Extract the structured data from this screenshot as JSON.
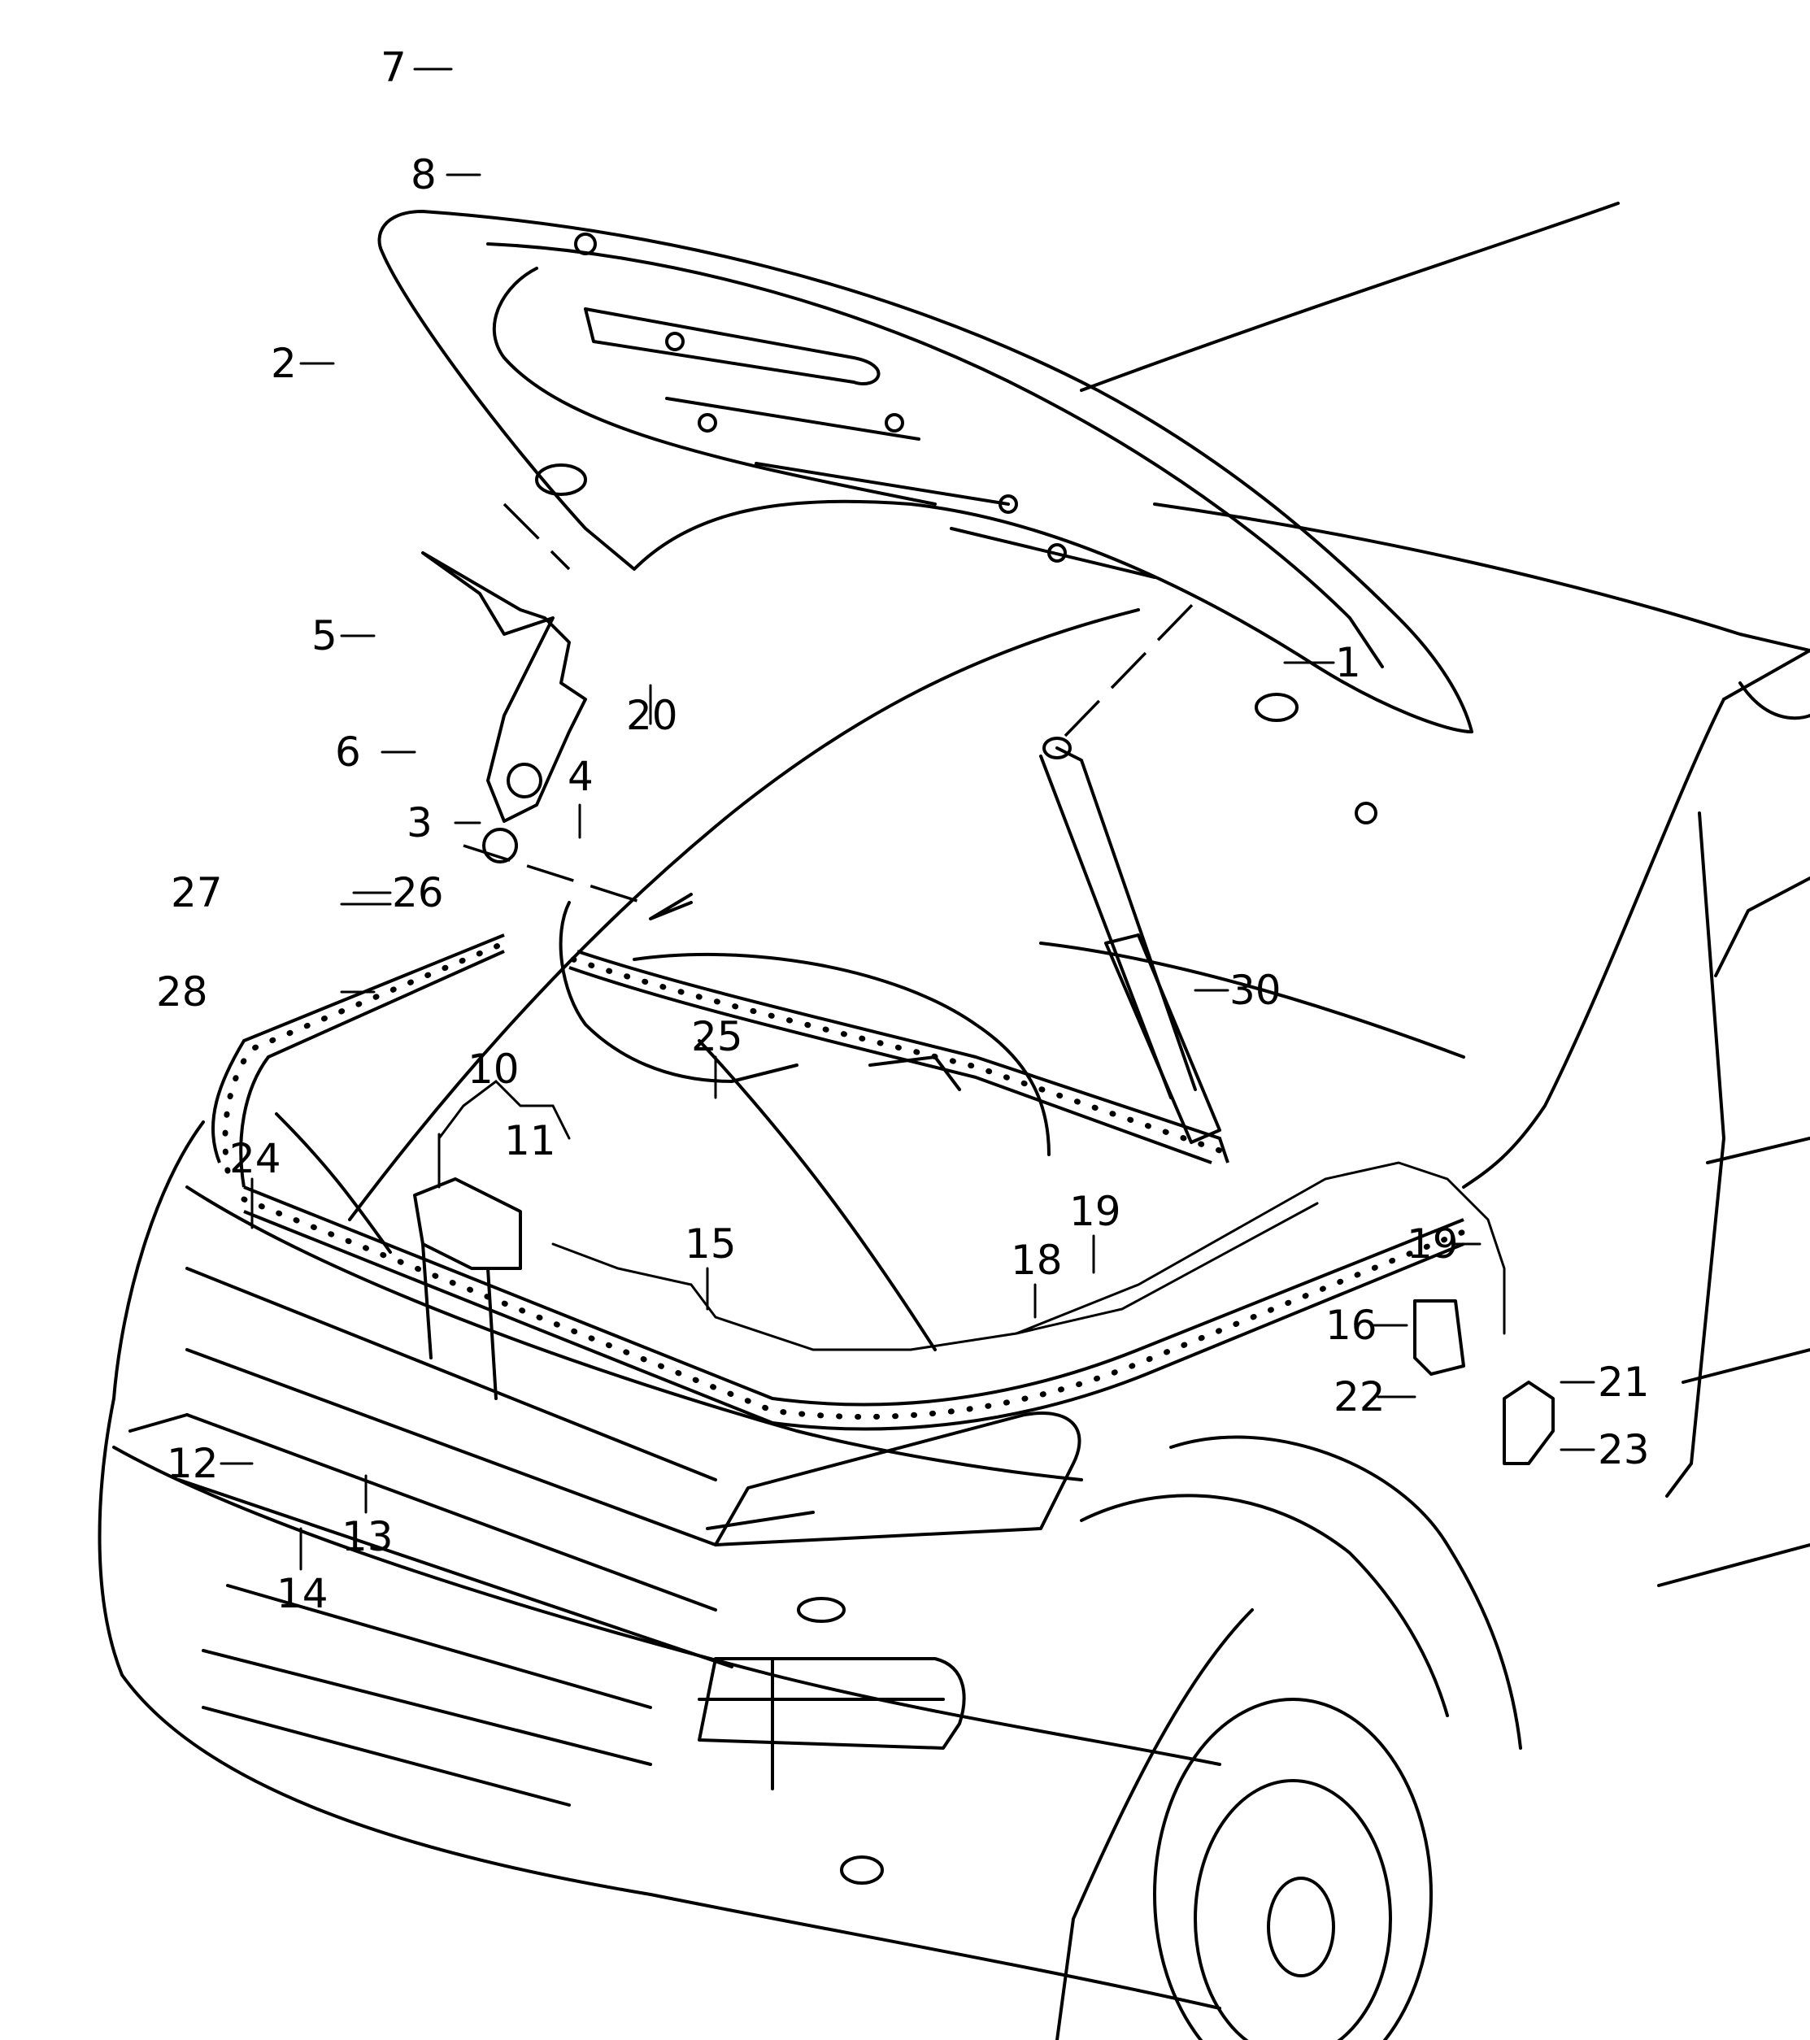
{
  "title": "Hood / bonnet assembly exploded parts diagram",
  "labels": [
    {
      "id": "1",
      "text": "1"
    },
    {
      "id": "2",
      "text": "2"
    },
    {
      "id": "3",
      "text": "3"
    },
    {
      "id": "4",
      "text": "4"
    },
    {
      "id": "5",
      "text": "5"
    },
    {
      "id": "6",
      "text": "6"
    },
    {
      "id": "7",
      "text": "7"
    },
    {
      "id": "8",
      "text": "8"
    },
    {
      "id": "10",
      "text": "10"
    },
    {
      "id": "11",
      "text": "11"
    },
    {
      "id": "12",
      "text": "12"
    },
    {
      "id": "13",
      "text": "13"
    },
    {
      "id": "14",
      "text": "14"
    },
    {
      "id": "15",
      "text": "15"
    },
    {
      "id": "16",
      "text": "16"
    },
    {
      "id": "18",
      "text": "18"
    },
    {
      "id": "19a",
      "text": "19"
    },
    {
      "id": "19b",
      "text": "19"
    },
    {
      "id": "20",
      "text": "20"
    },
    {
      "id": "21",
      "text": "21"
    },
    {
      "id": "22",
      "text": "22"
    },
    {
      "id": "23",
      "text": "23"
    },
    {
      "id": "24",
      "text": "24"
    },
    {
      "id": "25",
      "text": "25"
    },
    {
      "id": "26",
      "text": "26"
    },
    {
      "id": "27",
      "text": "27"
    },
    {
      "id": "28",
      "text": "28"
    },
    {
      "id": "30",
      "text": "30"
    }
  ],
  "parts": {
    "hood": "hood panel",
    "gas_strut": "gas strut",
    "hinge": "hood hinge",
    "latch": "hood lock",
    "release_cable": "release cable",
    "release_handle": "release lever",
    "seal_front": "front seal",
    "seal_rear": "rear seal",
    "safety_catch": "safety catch",
    "buffer": "rubber buffer"
  }
}
